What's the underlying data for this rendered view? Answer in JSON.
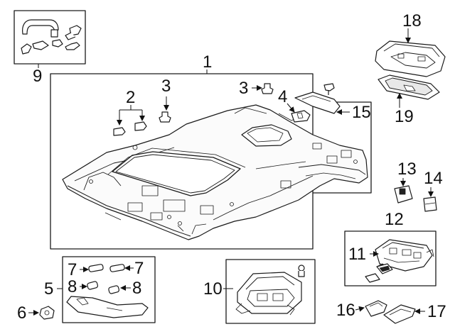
{
  "diagram": {
    "callouts": [
      {
        "id": "c1",
        "text": "1"
      },
      {
        "id": "c2",
        "text": "2"
      },
      {
        "id": "c3a",
        "text": "3"
      },
      {
        "id": "c3b",
        "text": "3"
      },
      {
        "id": "c4",
        "text": "4"
      },
      {
        "id": "c5",
        "text": "5"
      },
      {
        "id": "c6",
        "text": "6"
      },
      {
        "id": "c7a",
        "text": "7"
      },
      {
        "id": "c7b",
        "text": "7"
      },
      {
        "id": "c8a",
        "text": "8"
      },
      {
        "id": "c8b",
        "text": "8"
      },
      {
        "id": "c9",
        "text": "9"
      },
      {
        "id": "c10",
        "text": "10"
      },
      {
        "id": "c11",
        "text": "11"
      },
      {
        "id": "c12",
        "text": "12"
      },
      {
        "id": "c13",
        "text": "13"
      },
      {
        "id": "c14",
        "text": "14"
      },
      {
        "id": "c15",
        "text": "15"
      },
      {
        "id": "c16",
        "text": "16"
      },
      {
        "id": "c17",
        "text": "17"
      },
      {
        "id": "c18",
        "text": "18"
      },
      {
        "id": "c19",
        "text": "19"
      }
    ],
    "line_color": "#1a1a1a",
    "background": "#ffffff"
  }
}
